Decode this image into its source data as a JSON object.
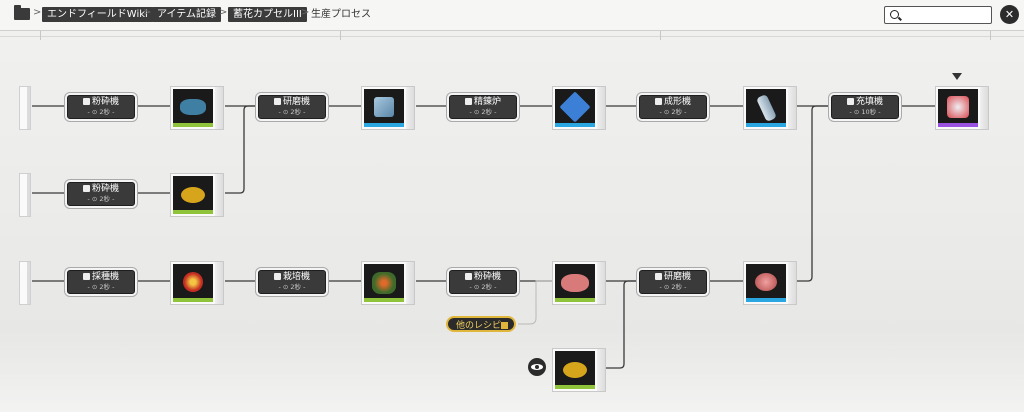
{
  "breadcrumb": {
    "items": [
      "エンドフィールドWiki",
      "アイテム記録",
      "蓄花カプセルIII"
    ],
    "current": "生産プロセス",
    "separator": ">"
  },
  "search": {
    "placeholder": ""
  },
  "close_glyph": "✕",
  "machines": [
    {
      "name": "粉砕機",
      "time": "- ⊙ 2秒 -"
    },
    {
      "name": "粉砕機",
      "time": "- ⊙ 2秒 -"
    },
    {
      "name": "研磨機",
      "time": "- ⊙ 2秒 -"
    },
    {
      "name": "精錬炉",
      "time": "- ⊙ 2秒 -"
    },
    {
      "name": "成形機",
      "time": "- ⊙ 2秒 -"
    },
    {
      "name": "充填機",
      "time": "- ⊙ 10秒 -"
    },
    {
      "name": "採種機",
      "time": "- ⊙ 2秒 -"
    },
    {
      "name": "栽培機",
      "time": "- ⊙ 2秒 -"
    },
    {
      "name": "粉砕機",
      "time": "- ⊙ 2秒 -"
    },
    {
      "name": "研磨機",
      "time": "- ⊙ 2秒 -"
    }
  ],
  "other_recipe_label": "他のレシピ",
  "colors": {
    "rarity_green": "#8fc43a",
    "rarity_blue": "#2aa6e0",
    "rarity_purple": "#9a52e0",
    "accent_gold": "#e0b73a"
  },
  "icons": [
    "folder-icon",
    "search-icon",
    "close-icon",
    "eye-icon",
    "recipe-list-icon",
    "target-marker-icon"
  ]
}
